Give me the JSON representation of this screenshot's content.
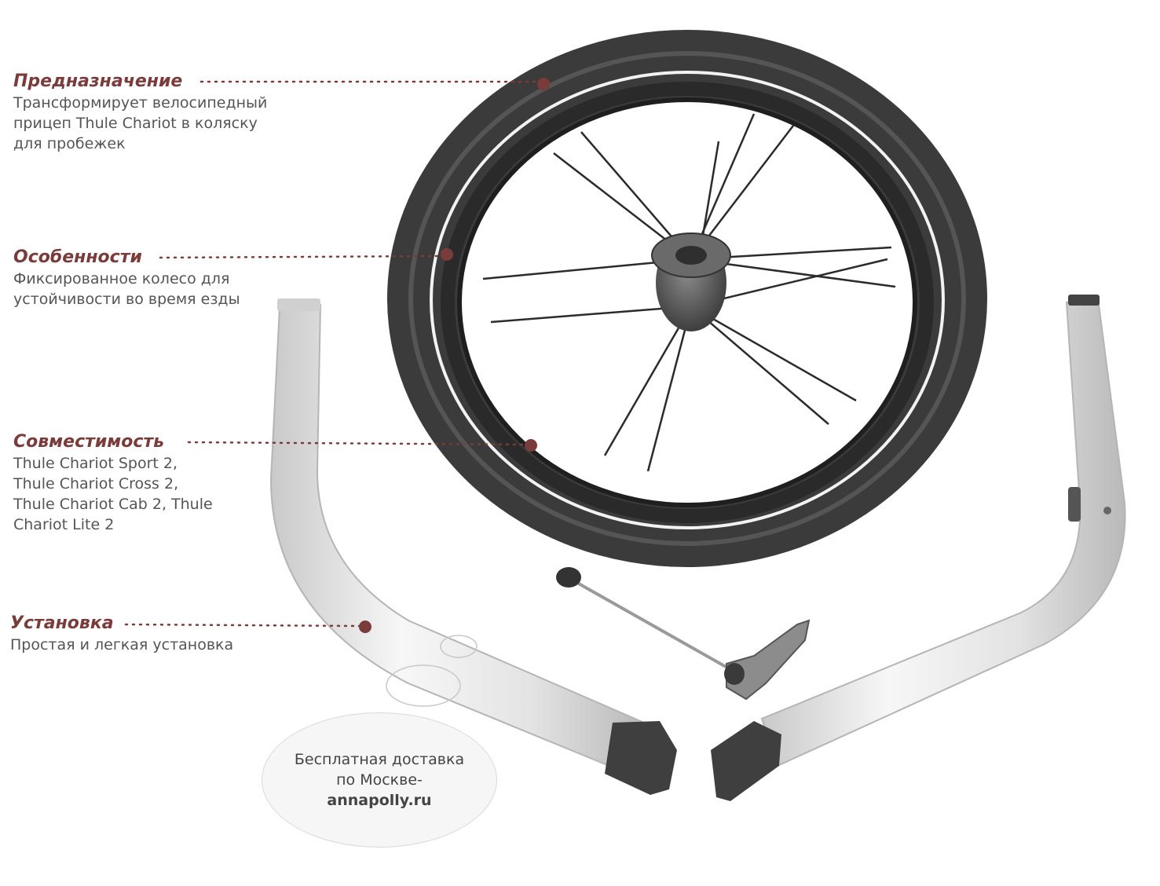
{
  "features": [
    {
      "title": "Предназначение",
      "desc": "Трансформирует велосипедный\nприцеп Thule Chariot в коляску\nдля пробежек"
    },
    {
      "title": "Особенности",
      "desc": "Фиксированное колесо для\nустойчивости во время езды"
    },
    {
      "title": "Совместимость",
      "desc": "Thule Chariot Sport 2,\nThule Chariot Cross 2,\nThule Chariot Cab 2, Thule\nChariot Lite 2"
    },
    {
      "title": "Установка",
      "desc": "Простая и легкая установка"
    }
  ],
  "promo": {
    "line1": "Бесплатная доставка",
    "line2": "по Москве-",
    "site": "annapolly.ru"
  },
  "colors": {
    "accent": "#7a3c3a",
    "text": "#555555",
    "tire": "#3a3a3a",
    "frame": "#e6e6e6"
  }
}
